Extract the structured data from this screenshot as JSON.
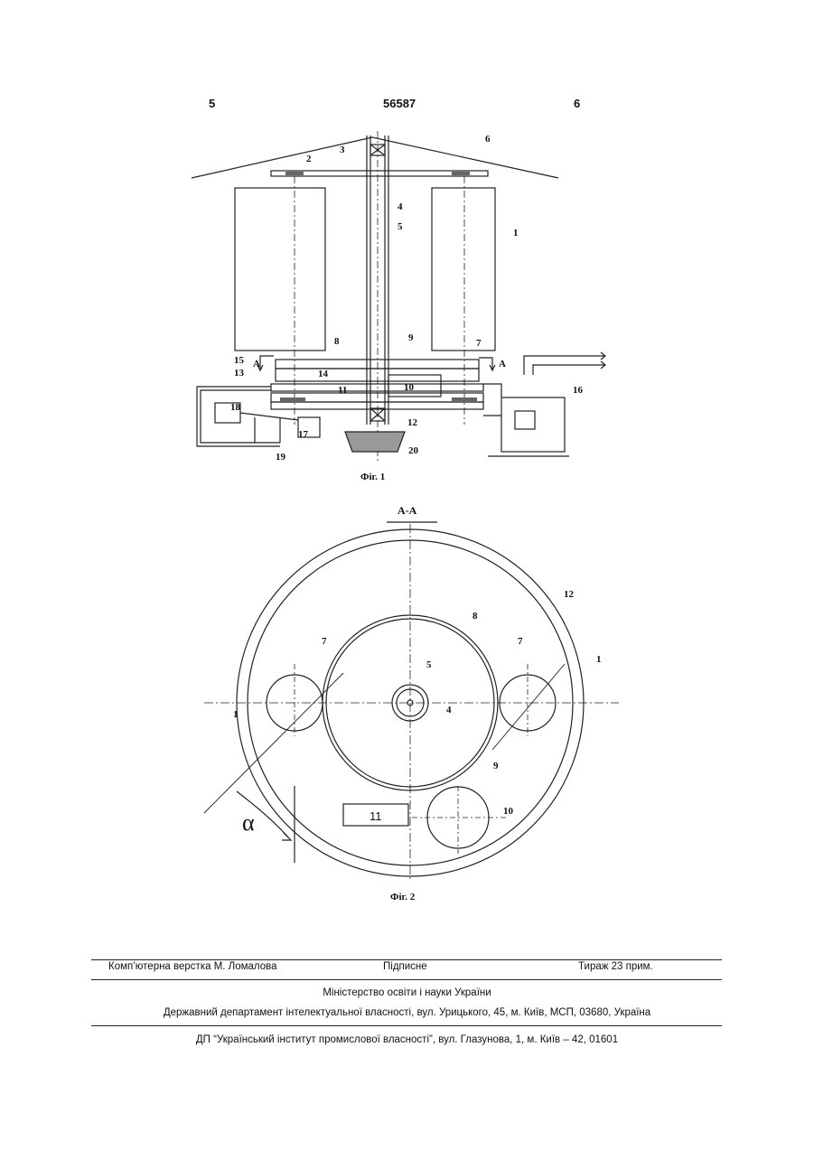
{
  "header": {
    "left_page": "5",
    "patent_number": "56587",
    "right_page": "6"
  },
  "fig1": {
    "caption": "Фіг. 1",
    "section_marker": "А",
    "labels": [
      "1",
      "2",
      "3",
      "4",
      "5",
      "6",
      "7",
      "8",
      "9",
      "10",
      "11",
      "12",
      "13",
      "14",
      "15",
      "16",
      "17",
      "18",
      "19",
      "20"
    ]
  },
  "fig2": {
    "caption": "Фіг. 2",
    "section_title": "А-А",
    "box_label": "11",
    "angle_symbol": "α",
    "labels": [
      "1",
      "4",
      "5",
      "7",
      "8",
      "9",
      "10",
      "12"
    ]
  },
  "footer": {
    "layout_credit": "Комп’ютерна верстка М. Ломалова",
    "signed": "Підписне",
    "circulation": "Тираж 23 прим.",
    "ministry": "Міністерство освіти і науки України",
    "department": "Державний департамент інтелектуальної власності, вул. Урицького, 45, м. Київ, МСП, 03680, Україна",
    "institute": "ДП “Український інститут промислової власності”, вул. Глазунова, 1, м. Київ – 42, 01601"
  }
}
